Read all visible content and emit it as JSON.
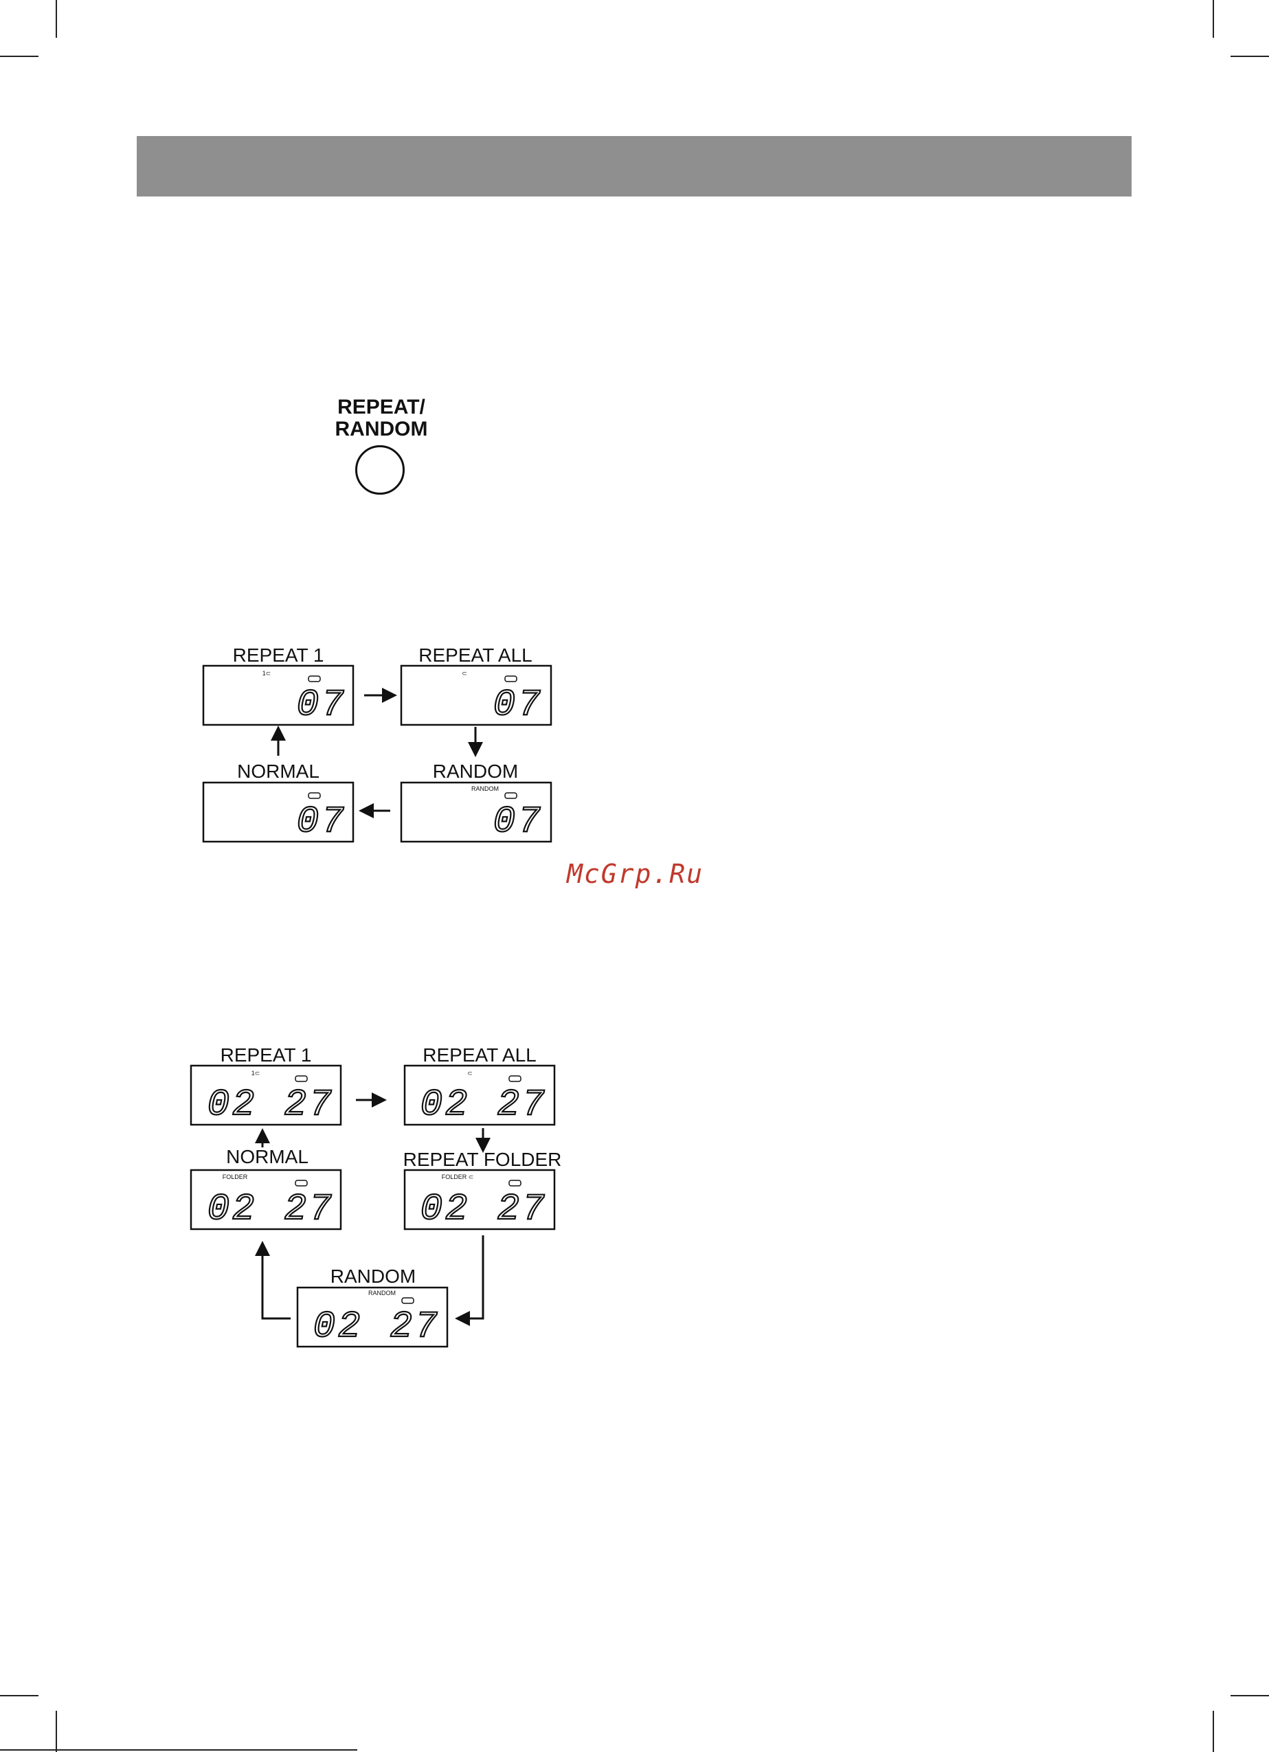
{
  "colors": {
    "header_bar": "#8f8f8f",
    "watermark": "#c0392b",
    "ink": "#111111"
  },
  "button": {
    "label_line1": "REPEAT/",
    "label_line2": "RANDOM"
  },
  "cd_diagram": {
    "modes": [
      {
        "label": "REPEAT 1",
        "indicator": "1⊂",
        "display": "07"
      },
      {
        "label": "REPEAT ALL",
        "indicator": "⊂",
        "display": "07"
      },
      {
        "label": "RANDOM",
        "indicator": "RANDOM",
        "display": "07"
      },
      {
        "label": "NORMAL",
        "indicator": "",
        "display": "07"
      }
    ]
  },
  "mp3_diagram": {
    "modes": [
      {
        "label": "REPEAT 1",
        "indicator": "1⊂",
        "folder": "02",
        "track": "27"
      },
      {
        "label": "REPEAT ALL",
        "indicator": "⊂",
        "folder": "02",
        "track": "27"
      },
      {
        "label": "REPEAT FOLDER",
        "indicator": "FOLDER ⊂",
        "folder": "02",
        "track": "27"
      },
      {
        "label": "RANDOM",
        "indicator": "RANDOM",
        "folder": "02",
        "track": "27"
      },
      {
        "label": "NORMAL",
        "indicator": "FOLDER",
        "folder": "02",
        "track": "27"
      }
    ]
  },
  "watermark": {
    "text": "McGrp.Ru"
  }
}
